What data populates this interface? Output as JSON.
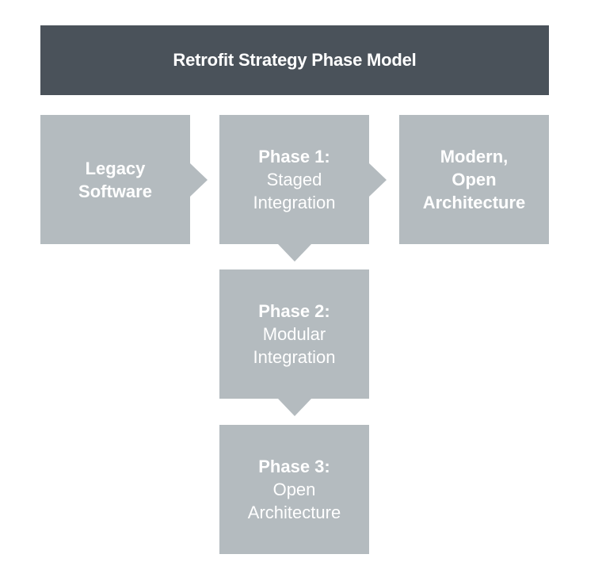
{
  "title": "Retrofit Strategy Phase Model",
  "colors": {
    "title_background": "#4a525a",
    "box_background": "#b4bbbf",
    "text": "#ffffff"
  },
  "nodes": {
    "legacy": {
      "line1": "Legacy",
      "line2": "Software"
    },
    "phase1": {
      "heading": "Phase 1:",
      "line1": "Staged",
      "line2": "Integration"
    },
    "modern": {
      "line1": "Modern,",
      "line2": "Open",
      "line3": "Architecture"
    },
    "phase2": {
      "heading": "Phase 2:",
      "line1": "Modular",
      "line2": "Integration"
    },
    "phase3": {
      "heading": "Phase 3:",
      "line1": "Open",
      "line2": "Architecture"
    }
  }
}
